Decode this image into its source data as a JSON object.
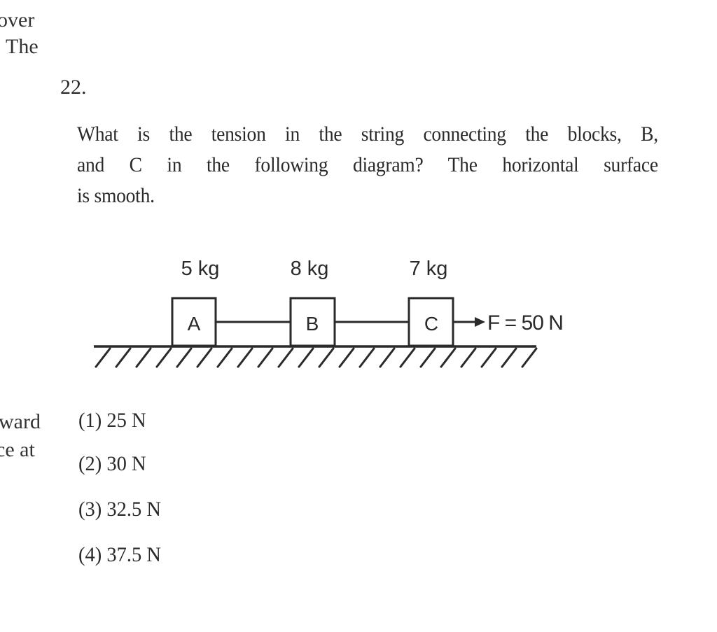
{
  "margin_fragments": {
    "top_line_1": "over",
    "top_line_2": "The",
    "side_line_1": "ward",
    "side_line_2": "ce at"
  },
  "question": {
    "number": "22.",
    "text_lines": [
      "What is the tension in the string connecting the blocks, B,",
      "and C in the following diagram? The horizontal surface",
      "is smooth."
    ]
  },
  "diagram": {
    "surface": "smooth horizontal",
    "blocks": [
      {
        "label": "A",
        "mass": "5 kg"
      },
      {
        "label": "B",
        "mass": "8 kg"
      },
      {
        "label": "C",
        "mass": "7 kg"
      }
    ],
    "force_label": "F = 50 N",
    "force_direction": "right",
    "colors": {
      "ink": "#2a2a2a",
      "background": "#ffffff"
    }
  },
  "options": [
    {
      "id": "(1)",
      "text": "25 N"
    },
    {
      "id": "(2)",
      "text": "30 N"
    },
    {
      "id": "(3)",
      "text": "32.5 N"
    },
    {
      "id": "(4)",
      "text": "37.5 N"
    }
  ]
}
